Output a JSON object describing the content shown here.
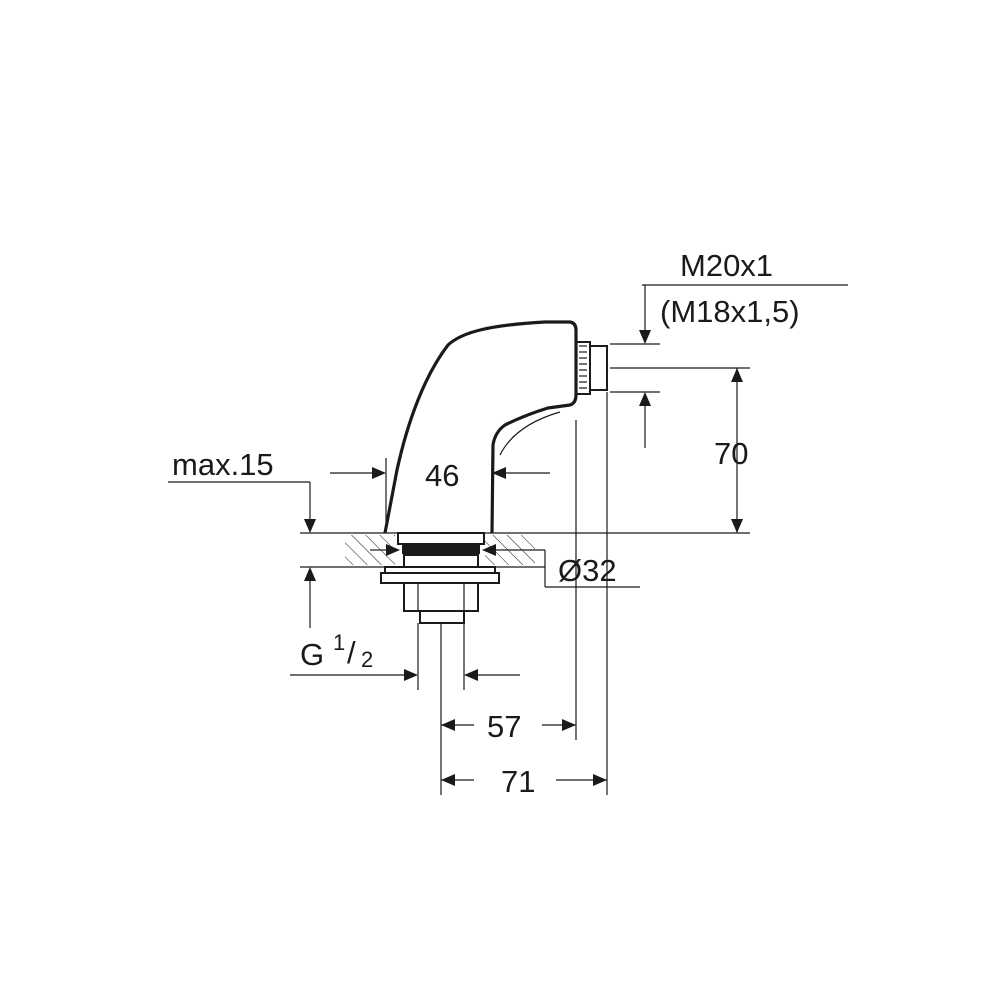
{
  "drawing": {
    "labels": {
      "thread_primary": "M20x1",
      "thread_alt": "(M18x1,5)",
      "height": "70",
      "max_thickness": "max.15",
      "body_width": "46",
      "hole_diameter": "Ø32",
      "connection_main": "G",
      "connection_num": "1",
      "connection_slash": "/",
      "connection_den": "2",
      "offset_inner": "57",
      "offset_outer": "71"
    }
  }
}
